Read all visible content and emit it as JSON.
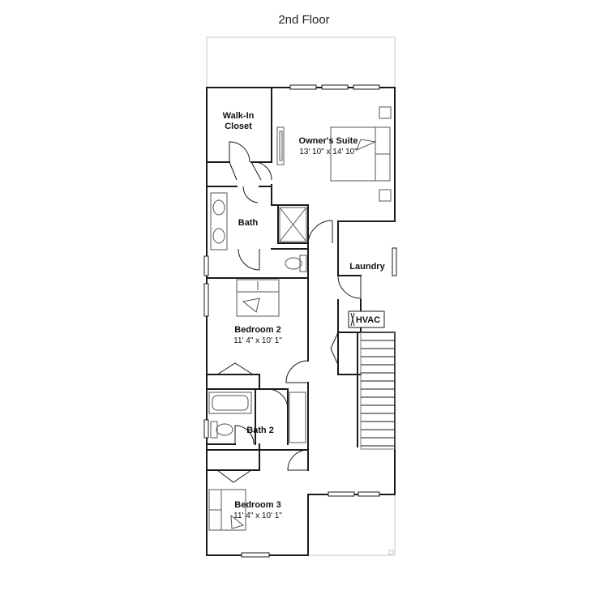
{
  "floor": {
    "title": "2nd Floor"
  },
  "rooms": {
    "walk_in_closet": {
      "name_line1": "Walk-In",
      "name_line2": "Closet"
    },
    "owners_suite": {
      "name": "Owner's Suite",
      "dimensions": "13' 10\" x 14' 10\""
    },
    "bath": {
      "name": "Bath"
    },
    "laundry": {
      "name": "Laundry"
    },
    "hvac": {
      "name": "HVAC"
    },
    "bedroom_2": {
      "name": "Bedroom 2",
      "dimensions": "11' 4\" x 10' 1\""
    },
    "bath_2": {
      "name": "Bath 2"
    },
    "bedroom_3": {
      "name": "Bedroom 3",
      "dimensions": "11' 4\" x 10' 1\""
    }
  },
  "colors": {
    "wall": "#1a1a1a",
    "outline": "#bdbdbd",
    "fixture": "#555555",
    "text": "#111111"
  }
}
